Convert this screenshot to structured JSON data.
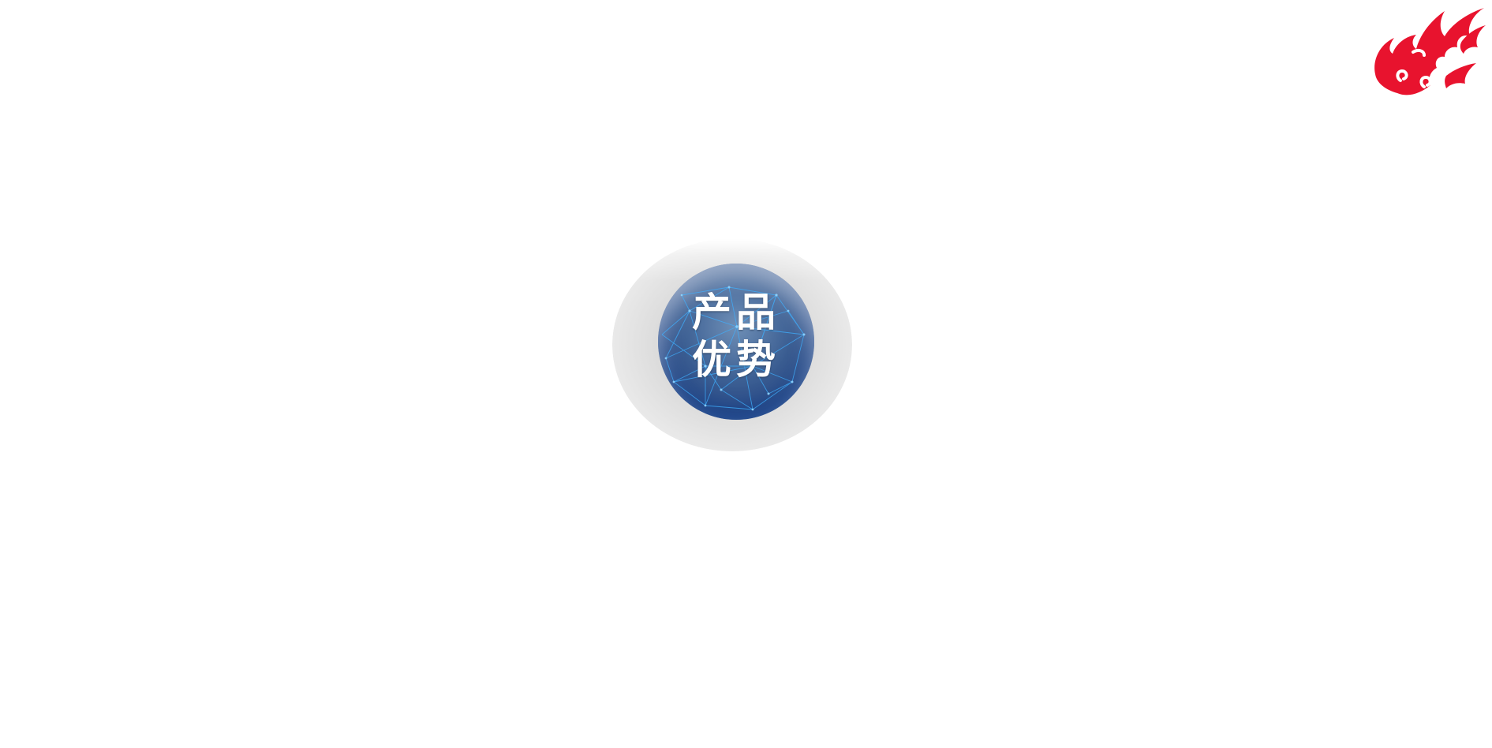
{
  "slide": {
    "title_line1": "产品",
    "title_line2": "优势"
  },
  "logo": {
    "icon": "flame-cloud-logo",
    "color": "#e8132e"
  },
  "globe": {
    "icon": "network-globe-icon",
    "base_color": "#1b3f86",
    "line_color": "#2fa3ff"
  },
  "ring": {
    "color": "#dcdcdc"
  }
}
